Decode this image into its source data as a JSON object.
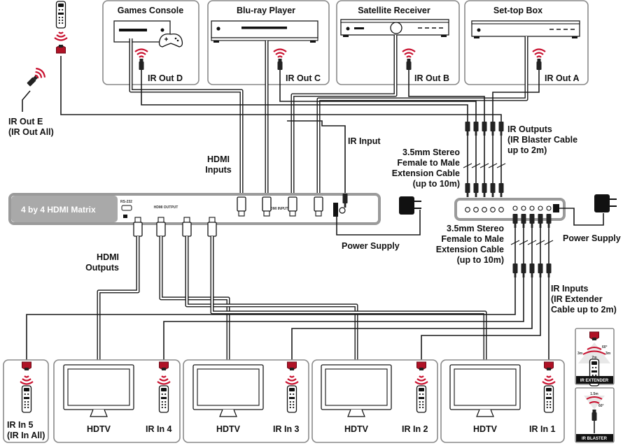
{
  "sources": {
    "games_console": "Games Console",
    "bluray": "Blu-ray Player",
    "satellite": "Satellite Receiver",
    "settop": "Set-top Box"
  },
  "ir_out": {
    "d": "IR Out D",
    "c": "IR Out C",
    "b": "IR Out B",
    "a": "IR Out A"
  },
  "ir_out_e": {
    "line1": "IR Out E",
    "line2": "(IR Out All)"
  },
  "ir_input": "IR Input",
  "ir_outputs": {
    "line1": "IR Outputs",
    "line2": "(IR Blaster Cable",
    "line3": "up to 2m)"
  },
  "hdmi_inputs": {
    "line1": "HDMI",
    "line2": "Inputs"
  },
  "hdmi_outputs": {
    "line1": "HDMI",
    "line2": "Outputs"
  },
  "ext_cable_top": {
    "line1": "3.5mm Stereo",
    "line2": "Female to Male",
    "line3": "Extension Cable",
    "line4": "(up to 10m)"
  },
  "ext_cable_bottom": {
    "line1": "3.5mm Stereo",
    "line2": "Female to Male",
    "line3": "Extension Cable",
    "line4": "(up to 10m)"
  },
  "matrix": {
    "title": "4 by 4 HDMI Matrix",
    "rs232": "RS-232",
    "hdmi_output_port": "HDMI OUTPUT",
    "hdmi_input_port": "HDMI INPUT"
  },
  "power_supply_left": "Power Supply",
  "power_supply_right": "Power Supply",
  "ir_inputs": {
    "line1": "IR Inputs",
    "line2": "(IR Extender",
    "line3": "Cable up to 2m)"
  },
  "displays": [
    {
      "tv": "HDTV",
      "ir": "IR In 4"
    },
    {
      "tv": "HDTV",
      "ir": "IR In 3"
    },
    {
      "tv": "HDTV",
      "ir": "IR In 2"
    },
    {
      "tv": "HDTV",
      "ir": "IR In 1"
    }
  ],
  "ir_in_5": {
    "line1": "IR In 5",
    "line2": "(IR In All)"
  },
  "legend": {
    "extender": "IR EXTENDER",
    "blaster": "IR BLASTER",
    "ext_60": "60°",
    "ext_3m_l": "3m",
    "ext_7m": "7m",
    "ext_3m_r": "3m",
    "bl_15": "1.5m",
    "bl_60": "60°"
  }
}
